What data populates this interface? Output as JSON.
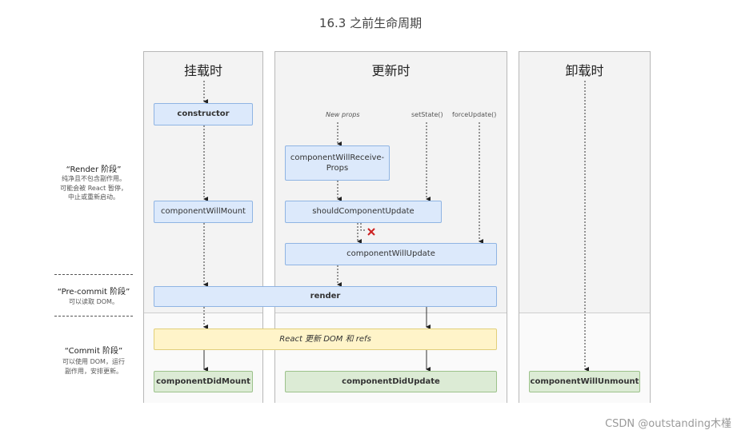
{
  "title": "16.3 之前生命周期",
  "columns": {
    "mount": "挂载时",
    "update": "更新时",
    "unmount": "卸载时"
  },
  "phases": {
    "render": {
      "name": "“Render 阶段”",
      "desc": [
        "纯净且不包含副作用。",
        "可能会被 React 暂停，",
        "中止或重新启动。"
      ]
    },
    "precommit": {
      "name": "“Pre-commit 阶段”",
      "desc": [
        "可以读取 DOM。"
      ]
    },
    "commit": {
      "name": "“Commit 阶段”",
      "desc": [
        "可以使用 DOM，运行",
        "副作用，安排更新。"
      ]
    }
  },
  "triggers": {
    "new_props": "New props",
    "set_state": "setState()",
    "force_update": "forceUpdate()"
  },
  "boxes": {
    "constructor": "constructor",
    "will_receive_props_1": "componentWillReceive-",
    "will_receive_props_2": "Props",
    "will_mount": "componentWillMount",
    "should_update": "shouldComponentUpdate",
    "will_update": "componentWillUpdate",
    "render": "render",
    "react_updates": "React 更新 DOM 和 refs",
    "did_mount": "componentDidMount",
    "did_update": "componentDidUpdate",
    "will_unmount": "componentWillUnmount"
  },
  "watermark": "CSDN @outstanding木槿",
  "colors": {
    "lifecycle_box": "#dce9fb",
    "dom_update_box": "#fff4c9",
    "commit_box": "#dcebd5",
    "column_bg": "#f3f3f3",
    "stop_mark": "#cc2222"
  }
}
